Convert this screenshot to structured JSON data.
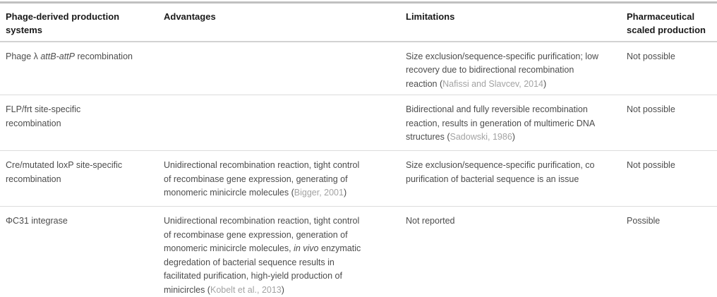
{
  "colors": {
    "header_text": "#1a1a1a",
    "body_text": "#4c4c4c",
    "citation": "#a3a3a3",
    "rule_top": "#c0c0c0",
    "rule_header": "#d2d2d2",
    "rule_row": "#dcdcdc"
  },
  "table": {
    "columns": [
      {
        "key": "systems",
        "label": "Phage-derived production systems"
      },
      {
        "key": "advantages",
        "label": "Advantages"
      },
      {
        "key": "limitations",
        "label": "Limitations"
      },
      {
        "key": "pharma",
        "label": "Pharmaceutical scaled production"
      }
    ],
    "rows": [
      {
        "cells": [
          {
            "segments": [
              {
                "t": "Phage λ "
              },
              {
                "t": "attB-attP",
                "s": "i"
              },
              {
                "t": " recombination"
              }
            ]
          },
          {
            "segments": []
          },
          {
            "segments": [
              {
                "t": "Size exclusion/sequence-specific purification; low recovery due to bidirectional recombination reaction ("
              },
              {
                "t": "Nafissi and Slavcev, 2014",
                "s": "c"
              },
              {
                "t": ")"
              }
            ]
          },
          {
            "segments": [
              {
                "t": "Not possible"
              }
            ]
          }
        ]
      },
      {
        "cells": [
          {
            "segments": [
              {
                "t": "FLP/frt site-specific recombination"
              }
            ]
          },
          {
            "segments": []
          },
          {
            "segments": [
              {
                "t": "Bidirectional and fully reversible recombination reaction, results in generation of multimeric DNA structures ("
              },
              {
                "t": "Sadowski, 1986",
                "s": "c"
              },
              {
                "t": ")"
              }
            ]
          },
          {
            "segments": [
              {
                "t": "Not possible"
              }
            ]
          }
        ]
      },
      {
        "cells": [
          {
            "segments": [
              {
                "t": "Cre/mutated loxP site-specific recombination"
              }
            ]
          },
          {
            "segments": [
              {
                "t": "Unidirectional recombination reaction, tight control of recombinase gene expression, generating of monomeric minicircle molecules ("
              },
              {
                "t": "Bigger, 2001",
                "s": "c"
              },
              {
                "t": ")"
              }
            ]
          },
          {
            "segments": [
              {
                "t": "Size exclusion/sequence-specific purification, co purification of bacterial sequence is an issue"
              }
            ]
          },
          {
            "segments": [
              {
                "t": "Not possible"
              }
            ]
          }
        ]
      },
      {
        "cells": [
          {
            "segments": [
              {
                "t": "ΦC31 integrase"
              }
            ]
          },
          {
            "segments": [
              {
                "t": "Unidirectional recombination reaction, tight control of recombinase gene expression, generation of monomeric minicircle molecules, "
              },
              {
                "t": "in vivo",
                "s": "i"
              },
              {
                "t": " enzymatic degredation of bacterial sequence results in facilitated purification, high-yield production of minicircles ("
              },
              {
                "t": "Kobelt et al., 2013",
                "s": "c"
              },
              {
                "t": ")"
              }
            ]
          },
          {
            "segments": [
              {
                "t": "Not reported"
              }
            ]
          },
          {
            "segments": [
              {
                "t": "Possible"
              }
            ]
          }
        ]
      }
    ]
  }
}
